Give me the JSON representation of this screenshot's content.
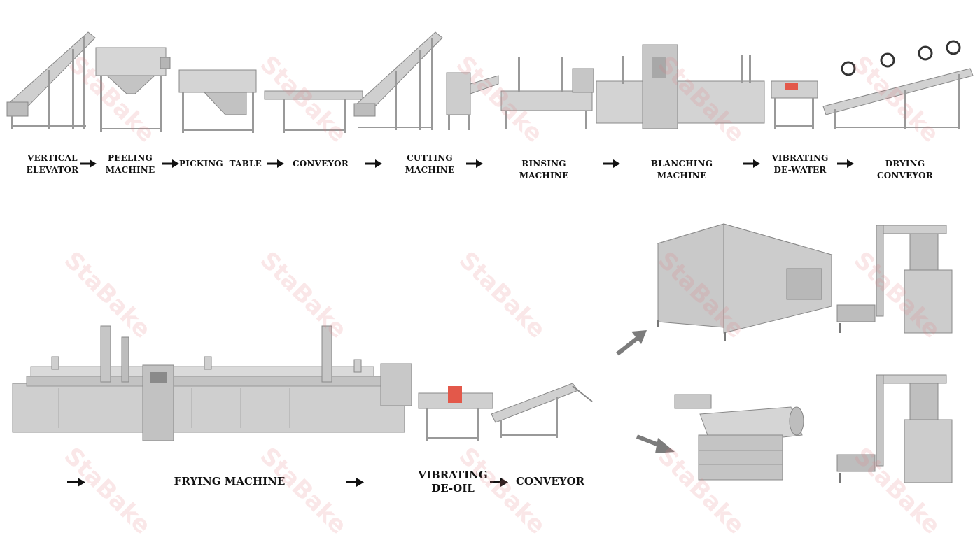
{
  "watermark": "StaBake",
  "row1": {
    "steps": [
      {
        "lines": [
          "VERTICAL",
          "ELEVATOR"
        ]
      },
      {
        "lines": [
          "PEELING",
          "MACHINE"
        ]
      },
      {
        "lines": [
          "PICKING  TABLE"
        ]
      },
      {
        "lines": [
          "CONVEYOR"
        ]
      },
      {
        "lines": [
          "CUTTING",
          "MACHINE"
        ]
      },
      {
        "lines": [
          "RINSING MACHINE"
        ]
      },
      {
        "lines": [
          "BLANCHING MACHINE"
        ]
      },
      {
        "lines": [
          "VIBRATING",
          "DE-WATER"
        ]
      },
      {
        "lines": [
          "DRYING CONVEYOR"
        ]
      }
    ]
  },
  "row2": {
    "steps": [
      {
        "lines": [
          "FRYING MACHINE"
        ]
      },
      {
        "lines": [
          "VIBRATING",
          "DE-OIL"
        ]
      },
      {
        "lines": [
          "CONVEYOR"
        ]
      }
    ]
  },
  "colors": {
    "steel": "#c9c9c9",
    "steel_dark": "#8f8f8f",
    "arrow_gray": "#7c7c7c",
    "text": "#111111"
  }
}
